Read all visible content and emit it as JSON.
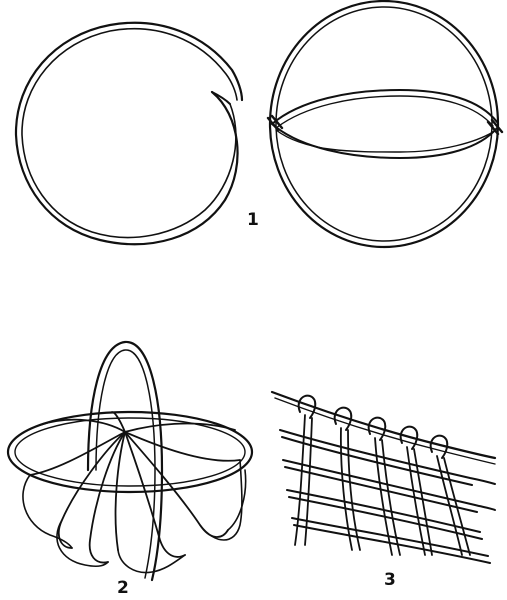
{
  "labels": {
    "fig1": "1",
    "fig2": "2",
    "fig3": "3"
  },
  "colors": {
    "ink": "#111111",
    "paper": "#ffffff"
  }
}
